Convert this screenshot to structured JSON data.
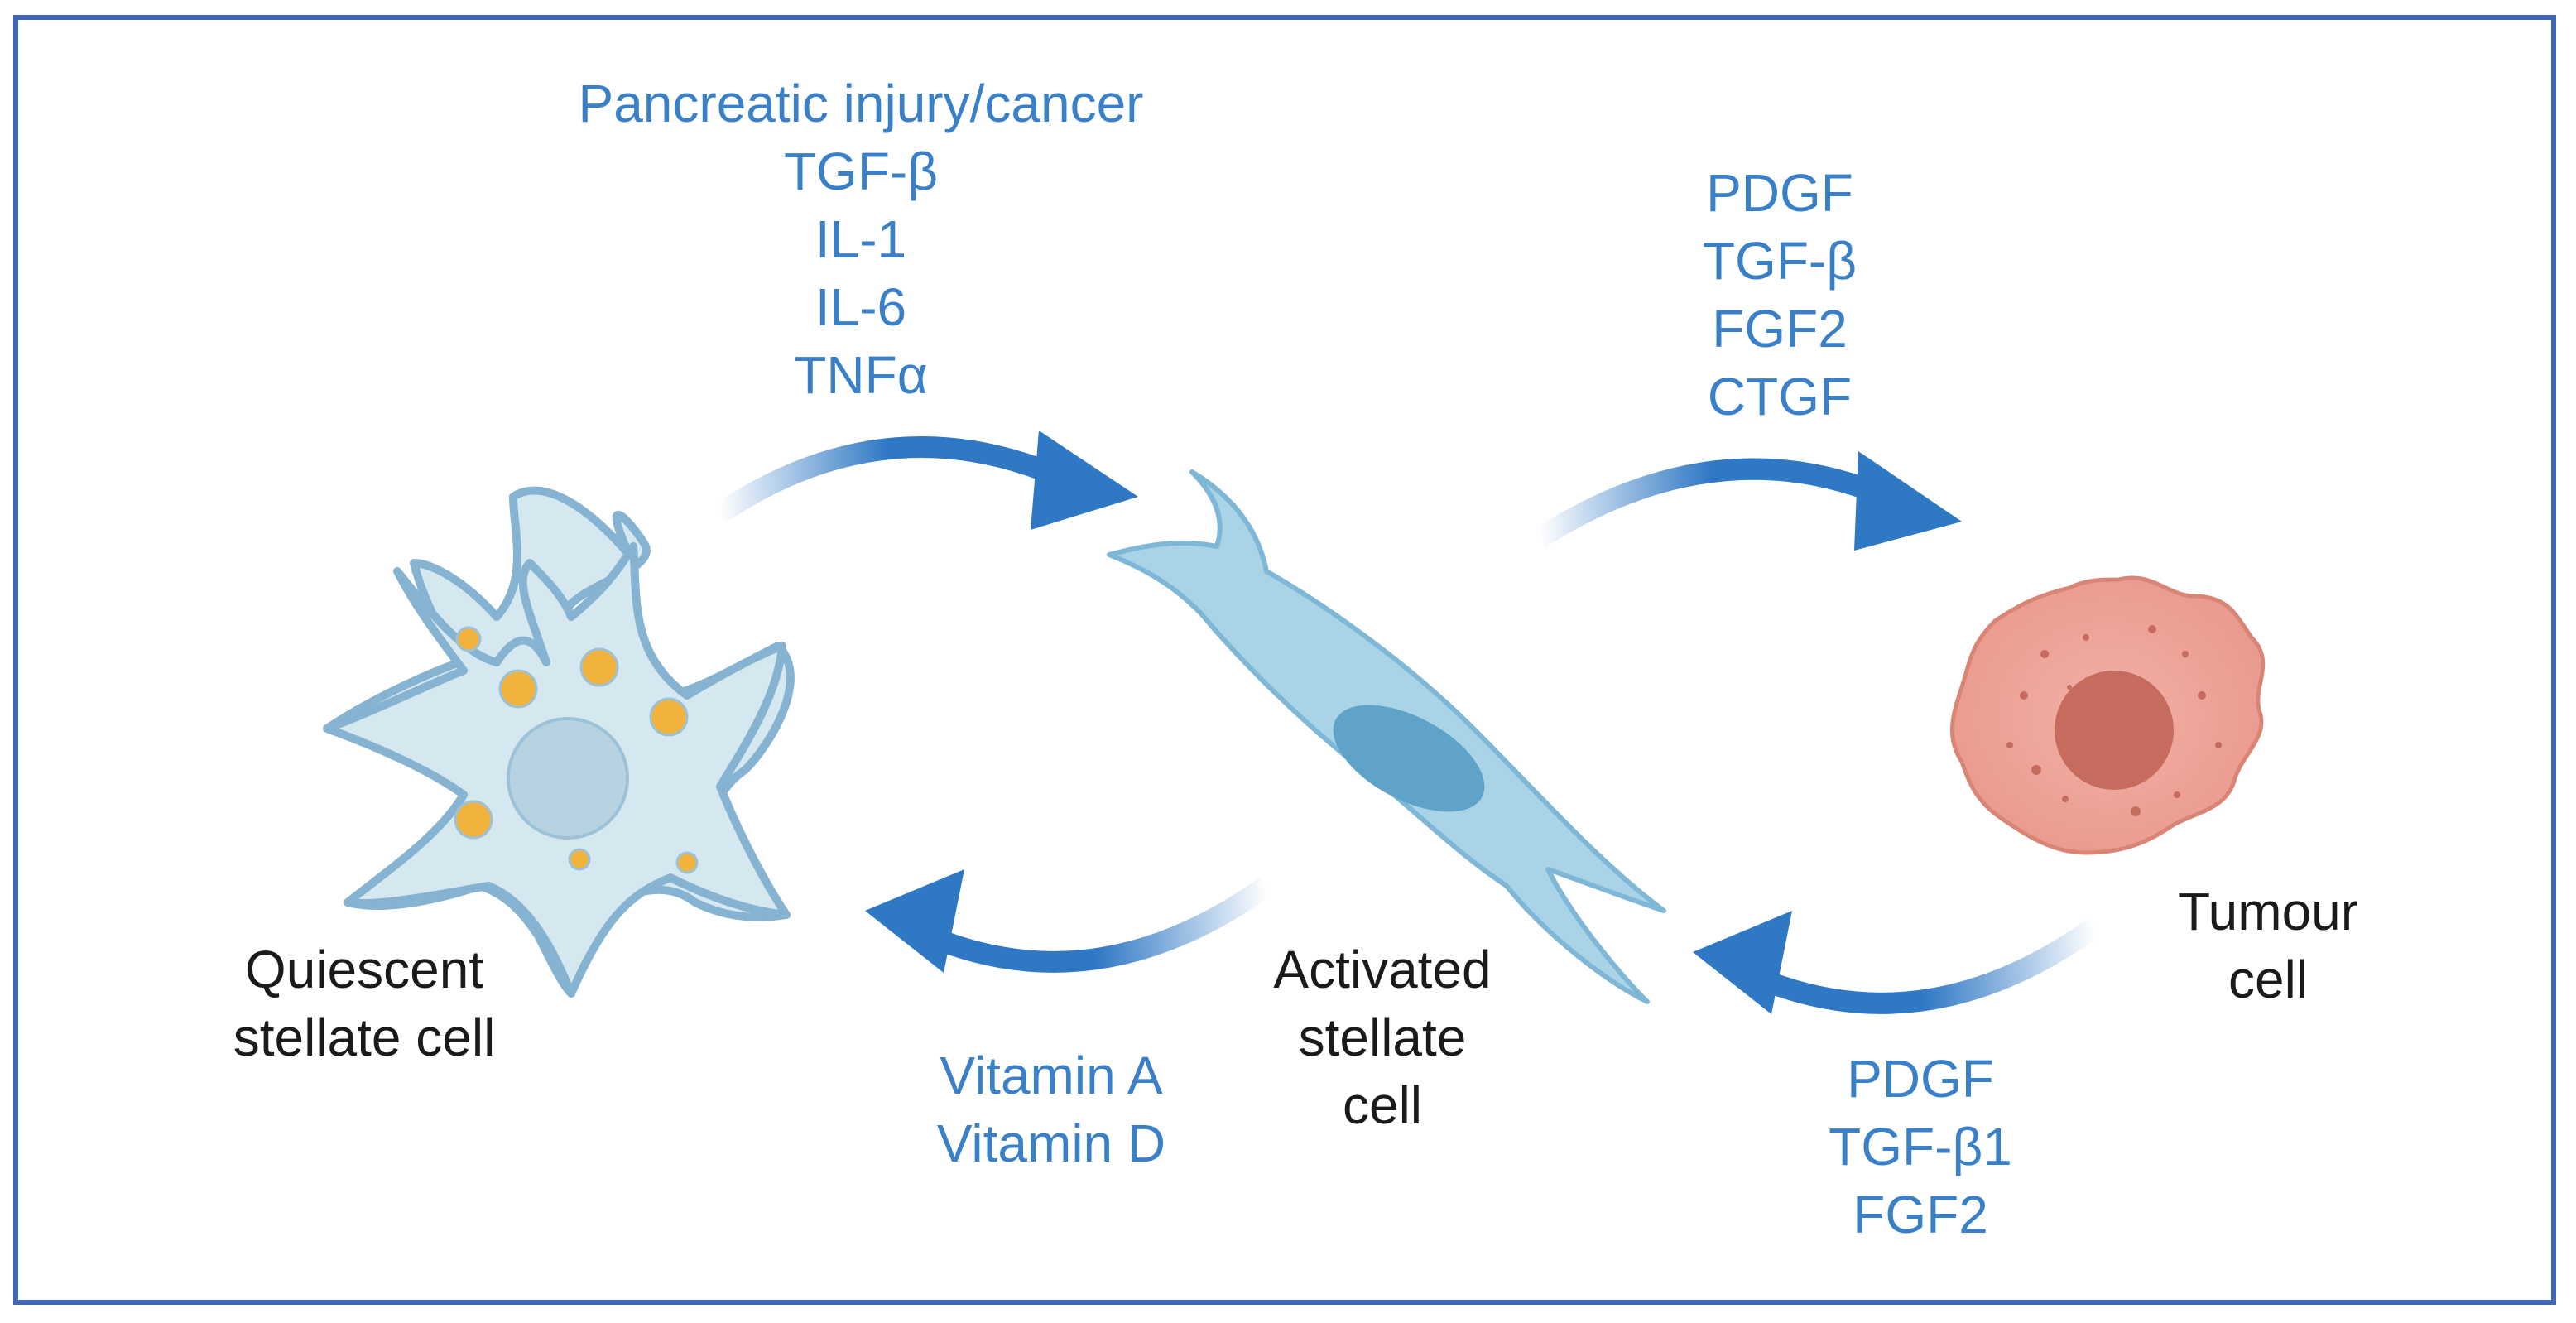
{
  "colors": {
    "frame": "#3f67b5",
    "factor_text": "#3a80c8",
    "cell_text": "#1a1a1a",
    "arrow": "#2f78c4",
    "stellate_fill": "#d6e8ef",
    "stellate_stroke": "#86b3d1",
    "activated_fill": "#a9d3e6",
    "activated_nucleus": "#5fa3c9",
    "lipid_droplet": "#f2b33d",
    "tumour_fill": "#eea196",
    "tumour_nucleus": "#c56c5f"
  },
  "labels": {
    "top_left_factors": [
      "Pancreatic injury/cancer",
      "TGF-β",
      "IL-1",
      "IL-6",
      "TNFα"
    ],
    "top_right_factors": [
      "PDGF",
      "TGF-β",
      "FGF2",
      "CTGF"
    ],
    "bottom_left_factors": [
      "Vitamin A",
      "Vitamin D"
    ],
    "bottom_right_factors": [
      "PDGF",
      "TGF-β1",
      "FGF2"
    ],
    "quiescent_cell": [
      "Quiescent",
      "stellate cell"
    ],
    "activated_cell": [
      "Activated",
      "stellate",
      "cell"
    ],
    "tumour_cell": [
      "Tumour",
      "cell"
    ]
  },
  "icons": {
    "quiescent": "quiescent-stellate-cell-icon",
    "activated": "activated-stellate-cell-icon",
    "tumour": "tumour-cell-icon",
    "arrow": "curved-arrow-icon"
  }
}
